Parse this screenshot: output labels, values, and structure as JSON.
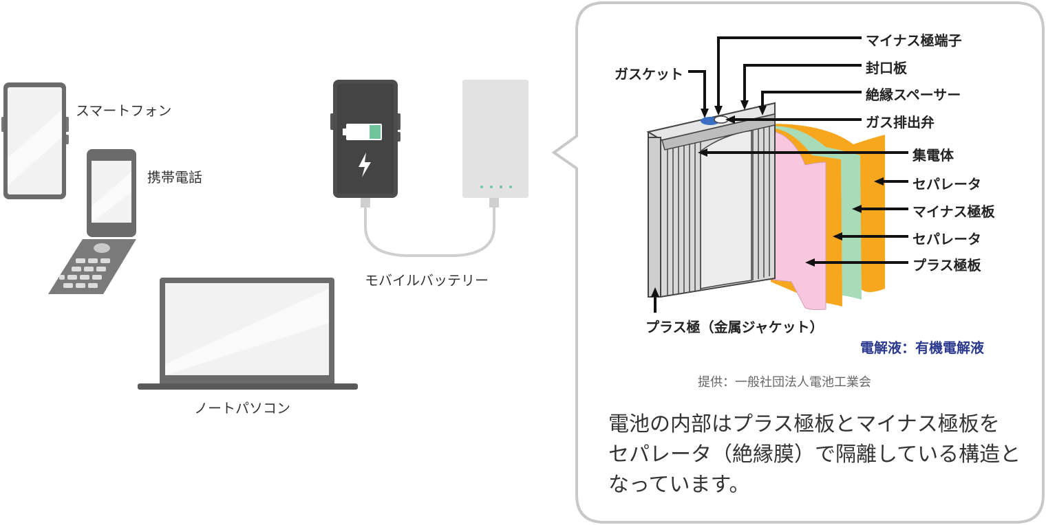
{
  "devices": {
    "smartphone": "スマートフォン",
    "feature_phone": "携帯電話",
    "laptop": "ノートパソコン",
    "mobile_battery": "モバイルバッテリー"
  },
  "battery_diagram": {
    "parts": {
      "minus_terminal": "マイナス極端子",
      "sealing_plate": "封口板",
      "gasket": "ガスケット",
      "insulating_spacer": "絶縁スペーサー",
      "gas_vent": "ガス排出弁",
      "current_collector": "集電体",
      "separator_1": "セパレータ",
      "minus_plate": "マイナス極板",
      "separator_2": "セパレータ",
      "plus_plate": "プラス極板",
      "plus_terminal": "プラス極（金属ジャケット）"
    },
    "electrolyte": "電解液：有機電解液",
    "credit": "提供：一般社団法人電池工業会"
  },
  "description": {
    "line1": "電池の内部はプラス極板とマイナス極板を",
    "line2": "セパレータ（絶縁膜）で隔離している構造と",
    "line3": "なっています。"
  },
  "colors": {
    "separator_orange": "#f7a71e",
    "minus_plate_green": "#a8dcb8",
    "plus_plate_pink": "#f7c8dd",
    "electrolyte_blue": "#2b3a8f",
    "device_gray": "#6b6b6b"
  }
}
